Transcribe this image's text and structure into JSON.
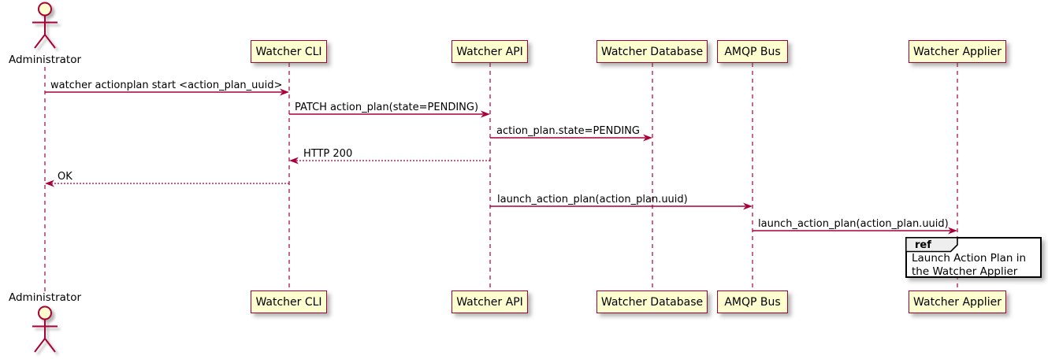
{
  "diagram": {
    "kind": "uml-sequence-diagram",
    "tool_style": "plantuml"
  },
  "actors": {
    "top": {
      "label": "Administrator"
    },
    "bottom": {
      "label": "Administrator"
    }
  },
  "participants": [
    {
      "label": "Watcher CLI"
    },
    {
      "label": "Watcher API"
    },
    {
      "label": "Watcher Database"
    },
    {
      "label": "AMQP Bus"
    },
    {
      "label": "Watcher Applier"
    }
  ],
  "messages": [
    {
      "text": "watcher actionplan start <action_plan_uuid>",
      "from": "Administrator",
      "to": "Watcher CLI",
      "style": "solid"
    },
    {
      "text": "PATCH action_plan(state=PENDING)",
      "from": "Watcher CLI",
      "to": "Watcher API",
      "style": "solid"
    },
    {
      "text": "action_plan.state=PENDING",
      "from": "Watcher API",
      "to": "Watcher Database",
      "style": "solid"
    },
    {
      "text": "HTTP 200",
      "from": "Watcher API",
      "to": "Watcher CLI",
      "style": "dotted"
    },
    {
      "text": "OK",
      "from": "Watcher CLI",
      "to": "Administrator",
      "style": "dotted"
    },
    {
      "text": "launch_action_plan(action_plan.uuid)",
      "from": "Watcher API",
      "to": "AMQP Bus",
      "style": "solid"
    },
    {
      "text": "launch_action_plan(action_plan.uuid)",
      "from": "AMQP Bus",
      "to": "Watcher Applier",
      "style": "solid"
    }
  ],
  "ref_fragment": {
    "keyword": "ref",
    "text": "Launch Action Plan in the Watcher Applier",
    "over": "Watcher Applier"
  },
  "colors": {
    "participant_fill": "#FEFECE",
    "participant_border": "#A80036",
    "arrow": "#A80036",
    "lifeline": "#A80036",
    "actor_stroke": "#A80036",
    "actor_head_fill": "#FEFECE",
    "ref_border": "#000000",
    "ref_header_fill": "#EEEEEE",
    "text": "#000000",
    "background": "#FFFFFF"
  }
}
